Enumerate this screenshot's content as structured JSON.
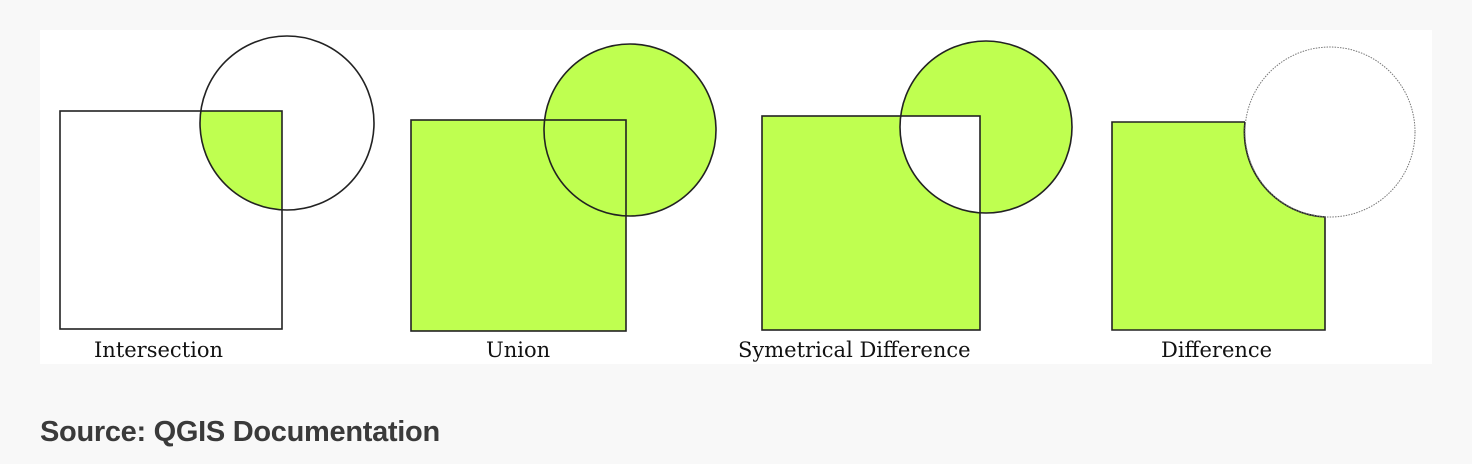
{
  "diagram": {
    "fill_color": "#bfff50",
    "stroke_color": "#222222",
    "panels": [
      {
        "label": "Intersection",
        "highlight": "intersection-only"
      },
      {
        "label": "Union",
        "highlight": "all"
      },
      {
        "label": "Symetrical Difference",
        "highlight": "xor"
      },
      {
        "label": "Difference",
        "highlight": "square-minus-circle"
      }
    ]
  },
  "caption": {
    "source": "Source: QGIS Documentation"
  }
}
